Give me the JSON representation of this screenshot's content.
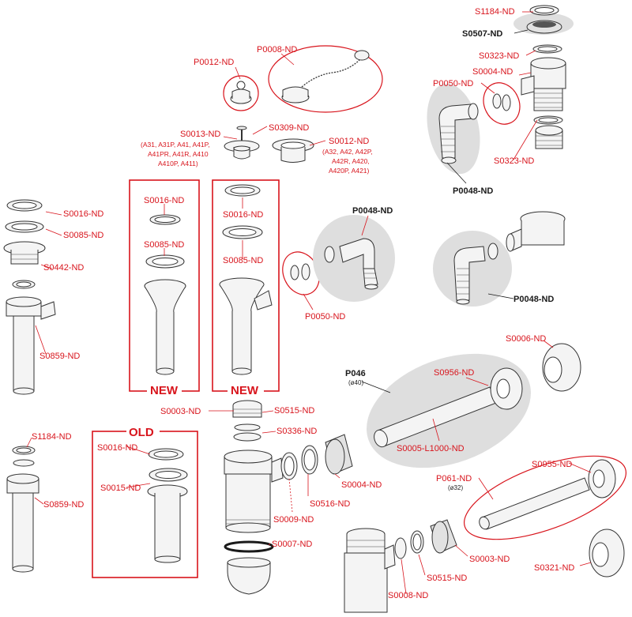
{
  "labels": {
    "S1184_top": "S1184-ND",
    "S0507": "S0507-ND",
    "S0323_top": "S0323-ND",
    "S0004_top": "S0004-ND",
    "P0050_top": "P0050-ND",
    "S0323_mid": "S0323-ND",
    "P0048_top": "P0048-ND",
    "P0012": "P0012-ND",
    "P0008": "P0008-ND",
    "S0013": "S0013-ND",
    "S0013_note": [
      "(A31, A31P, A41, A41P,",
      "A41PR, A41R, A410",
      "A410P, A411)"
    ],
    "S0309": "S0309-ND",
    "S0012": "S0012-ND",
    "S0012_note": [
      "(A32, A42, A42P,",
      "A42R, A420,",
      "A420P, A421)"
    ],
    "S0016_left": "S0016-ND",
    "S0085_left": "S0085-ND",
    "S0442": "S0442-ND",
    "S0859_left": "S0859-ND",
    "S0016_new1": "S0016-ND",
    "S0085_new1": "S0085-ND",
    "S0016_new2": "S0016-ND",
    "S0085_new2": "S0085-ND",
    "new1": "NEW",
    "new2": "NEW",
    "P0048_mid": "P0048-ND",
    "P0050_mid": "P0050-ND",
    "P0048_right": "P0048-ND",
    "S0006": "S0006-ND",
    "P046": "P046",
    "P046_note": "(ø40)",
    "S0956": "S0956-ND",
    "S0005": "S0005-L1000-ND",
    "S0003_top": "S0003-ND",
    "S0515_top": "S0515-ND",
    "S0336": "S0336-ND",
    "S0516": "S0516-ND",
    "S0004_mid": "S0004-ND",
    "S0009": "S0009-ND",
    "S0007": "S0007-ND",
    "S1184_left": "S1184-ND",
    "S0859_bottom": "S0859-ND",
    "old": "OLD",
    "S0016_old": "S0016-ND",
    "S0015": "S0015-ND",
    "S0955": "S0955-ND",
    "P061": "P061-ND",
    "P061_note": "(ø32)",
    "S0321": "S0321-ND",
    "S0003_bottom": "S0003-ND",
    "S0515_bottom": "S0515-ND",
    "S0008": "S0008-ND"
  },
  "colors": {
    "accent": "#d8141c",
    "line": "#333333",
    "shade": "#dedede"
  }
}
